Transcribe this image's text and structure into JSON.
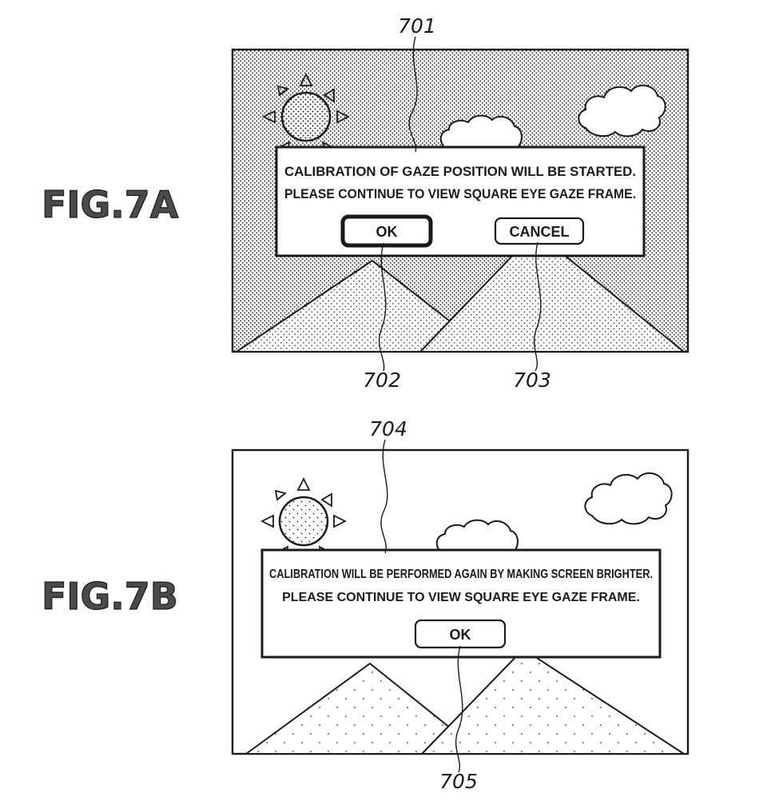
{
  "figures": [
    {
      "label": "FIG.7A",
      "dialog_lines": [
        "CALIBRATION OF GAZE POSITION WILL BE STARTED.",
        "PLEASE CONTINUE TO VIEW SQUARE EYE GAZE FRAME."
      ],
      "buttons": {
        "ok": "OK",
        "cancel": "CANCEL"
      },
      "refs": {
        "dialog": "701",
        "ok": "702",
        "cancel": "703"
      }
    },
    {
      "label": "FIG.7B",
      "dialog_lines": [
        "CALIBRATION WILL BE PERFORMED AGAIN BY MAKING SCREEN BRIGHTER.",
        "PLEASE CONTINUE TO VIEW SQUARE EYE GAZE FRAME."
      ],
      "buttons": {
        "ok": "OK"
      },
      "refs": {
        "dialog": "704",
        "ok": "705"
      }
    }
  ],
  "icons": [
    "sun-icon",
    "cloud-icon",
    "mountain-icon"
  ]
}
